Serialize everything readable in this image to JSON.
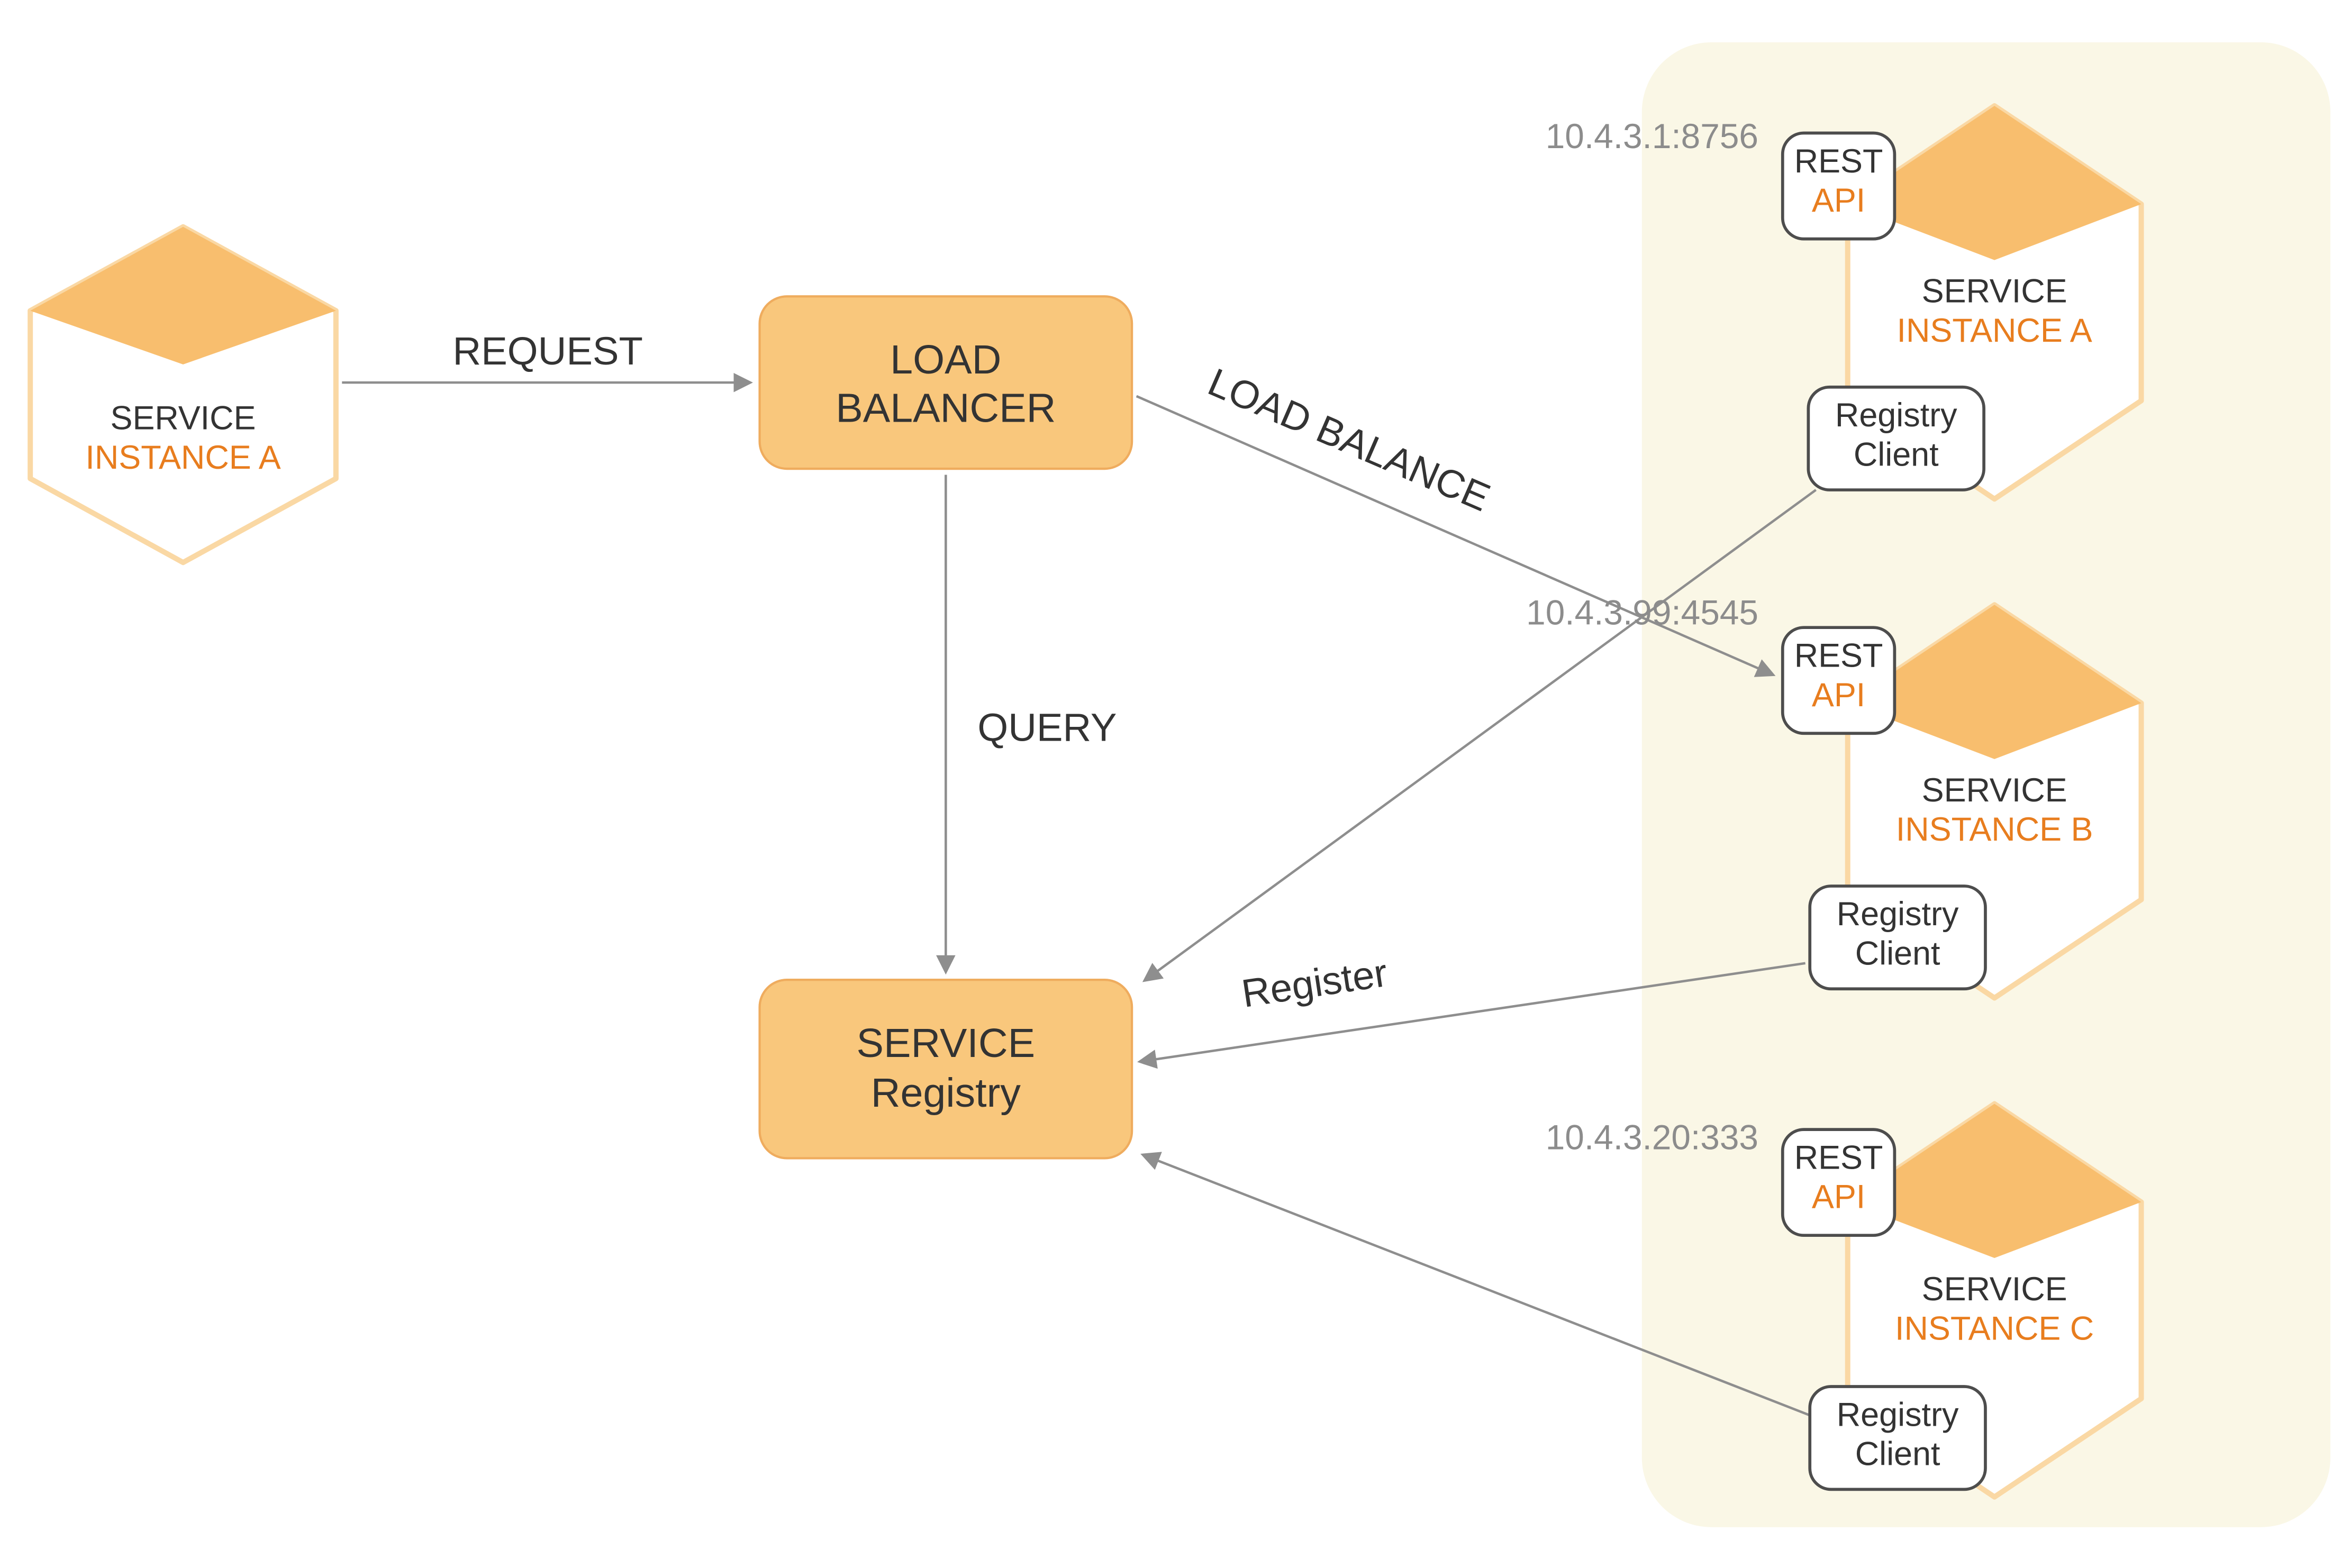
{
  "colors": {
    "node-fill": "#F9C77C",
    "node-stroke": "#EFAC5E",
    "hex-stroke": "#FAD8A4",
    "hex-top": "#F8BE6E",
    "panel-bg": "#FAF7E6",
    "text-dark": "#333333",
    "text-orange": "#E87D1E",
    "text-gray": "#8C8C8C",
    "arrow": "#8E8E8E",
    "small-box-stroke": "#4D4D4D"
  },
  "left_instance": {
    "service": "SERVICE",
    "name": "INSTANCE A"
  },
  "load_balancer": {
    "line1": "LOAD",
    "line2": "BALANCER"
  },
  "service_registry": {
    "line1": "SERVICE",
    "line2": "Registry"
  },
  "edges": {
    "request": "REQUEST",
    "query": "QUERY",
    "load_balance": "LOAD BALANCE",
    "register": "Register"
  },
  "instances": [
    {
      "ip": "10.4.3.1:8756",
      "service": "SERVICE",
      "name": "INSTANCE A",
      "rest_api": {
        "line1": "REST",
        "line2": "API"
      },
      "registry_client": {
        "line1": "Registry",
        "line2": "Client"
      }
    },
    {
      "ip": "10.4.3.99:4545",
      "service": "SERVICE",
      "name": "INSTANCE B",
      "rest_api": {
        "line1": "REST",
        "line2": "API"
      },
      "registry_client": {
        "line1": "Registry",
        "line2": "Client"
      }
    },
    {
      "ip": "10.4.3.20:333",
      "service": "SERVICE",
      "name": "INSTANCE C",
      "rest_api": {
        "line1": "REST",
        "line2": "API"
      },
      "registry_client": {
        "line1": "Registry",
        "line2": "Client"
      }
    }
  ]
}
